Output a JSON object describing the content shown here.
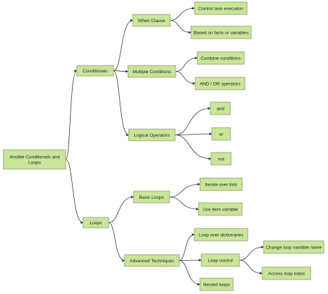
{
  "diagram": {
    "nodes": {
      "root": [
        "Ansible Conditionals and",
        "Loops"
      ],
      "conditionals": [
        "Conditionals"
      ],
      "loops": [
        "Loops"
      ],
      "when": [
        "When Clause"
      ],
      "multiple": [
        "Multiple Conditions"
      ],
      "logical": [
        "Logical Operators"
      ],
      "control_task": [
        "Control task execution"
      ],
      "based_on_facts": [
        "Based on facts or variables"
      ],
      "combine": [
        "Combine conditions"
      ],
      "and_or": [
        "AND / OR operators"
      ],
      "and": [
        "and"
      ],
      "or": [
        "or"
      ],
      "not": [
        "not"
      ],
      "basic_loops": [
        "Basic Loops"
      ],
      "advanced": [
        "Advanced Techniques"
      ],
      "iterate": [
        "Iterate over lists"
      ],
      "use_item": [
        "Use item variable"
      ],
      "loop_dicts": [
        "Loop over dictionaries"
      ],
      "loop_control": [
        "Loop control"
      ],
      "nested": [
        "Nested loops"
      ],
      "change_var": [
        "Change loop variable name"
      ],
      "access_index": [
        "Access loop index"
      ]
    },
    "colors": {
      "node_fill": "#c9e59a",
      "node_stroke": "#8a9a6b",
      "edge": "#333333",
      "text": "#222222"
    }
  }
}
